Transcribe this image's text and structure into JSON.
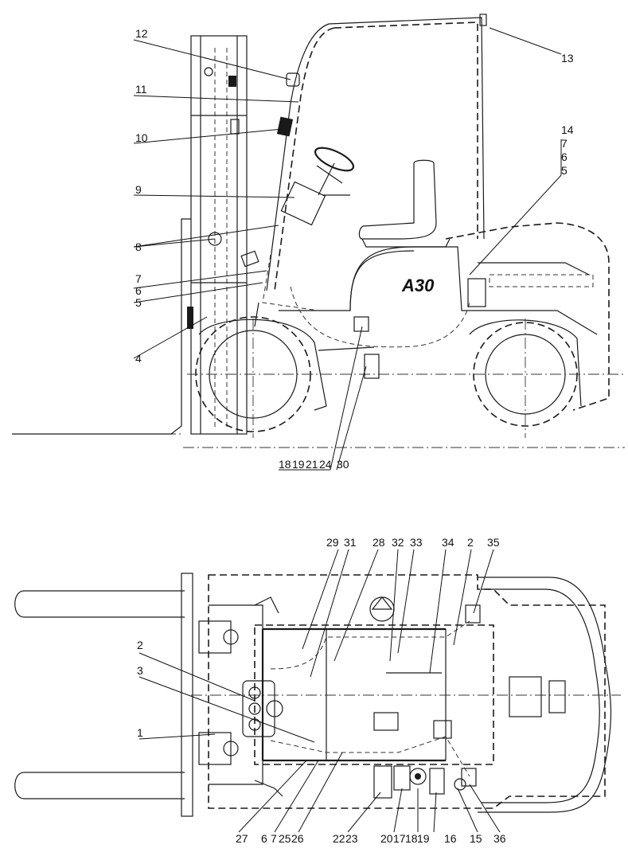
{
  "diagram": {
    "model_badge": "A30",
    "side_view": {
      "callouts": [
        "12",
        "11",
        "10",
        "9",
        "8",
        "7",
        "6",
        "5",
        "4",
        "13",
        "14",
        "7",
        "6",
        "5",
        "18",
        "19",
        "21",
        "24",
        "30"
      ]
    },
    "top_view": {
      "callouts": [
        "29",
        "31",
        "28",
        "32",
        "33",
        "34",
        "2",
        "35",
        "2",
        "3",
        "1",
        "27",
        "6",
        "7",
        "25",
        "26",
        "22",
        "23",
        "20",
        "17",
        "18",
        "19",
        "16",
        "15",
        "36"
      ]
    }
  }
}
